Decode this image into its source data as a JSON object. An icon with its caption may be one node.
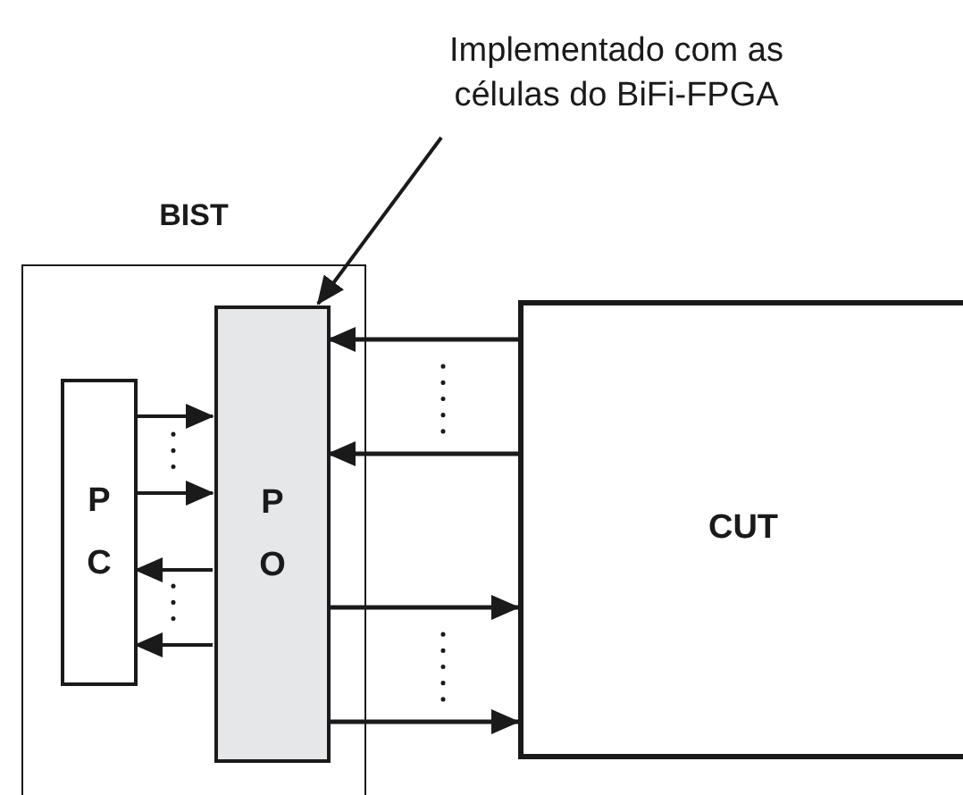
{
  "diagram": {
    "nodes": [
      {
        "text": [
          "Implementado com as células do BiFi-FPGA"
        ]
      },
      {
        "text": [
          "BIST"
        ]
      },
      {
        "text": [
          "P C"
        ],
        "in": 1
      },
      {
        "text": [
          "P O"
        ],
        "in": 1
      },
      {
        "text": [
          "CUT"
        ]
      }
    ],
    "edges": [
      {
        "from": 0,
        "to": 3,
        "arrow": "to"
      },
      {
        "from": 4,
        "to": 3,
        "arrow": "to"
      },
      {
        "from": 4,
        "to": 3,
        "arrow": "to"
      },
      {
        "from": 2,
        "to": 3,
        "arrow": "to"
      },
      {
        "from": 2,
        "to": 3,
        "arrow": "to"
      },
      {
        "from": 3,
        "to": 2,
        "arrow": "to"
      },
      {
        "from": 3,
        "to": 2,
        "arrow": "to"
      },
      {
        "from": 3,
        "to": 4,
        "arrow": "to"
      },
      {
        "from": 3,
        "to": 4,
        "arrow": "to"
      }
    ]
  }
}
